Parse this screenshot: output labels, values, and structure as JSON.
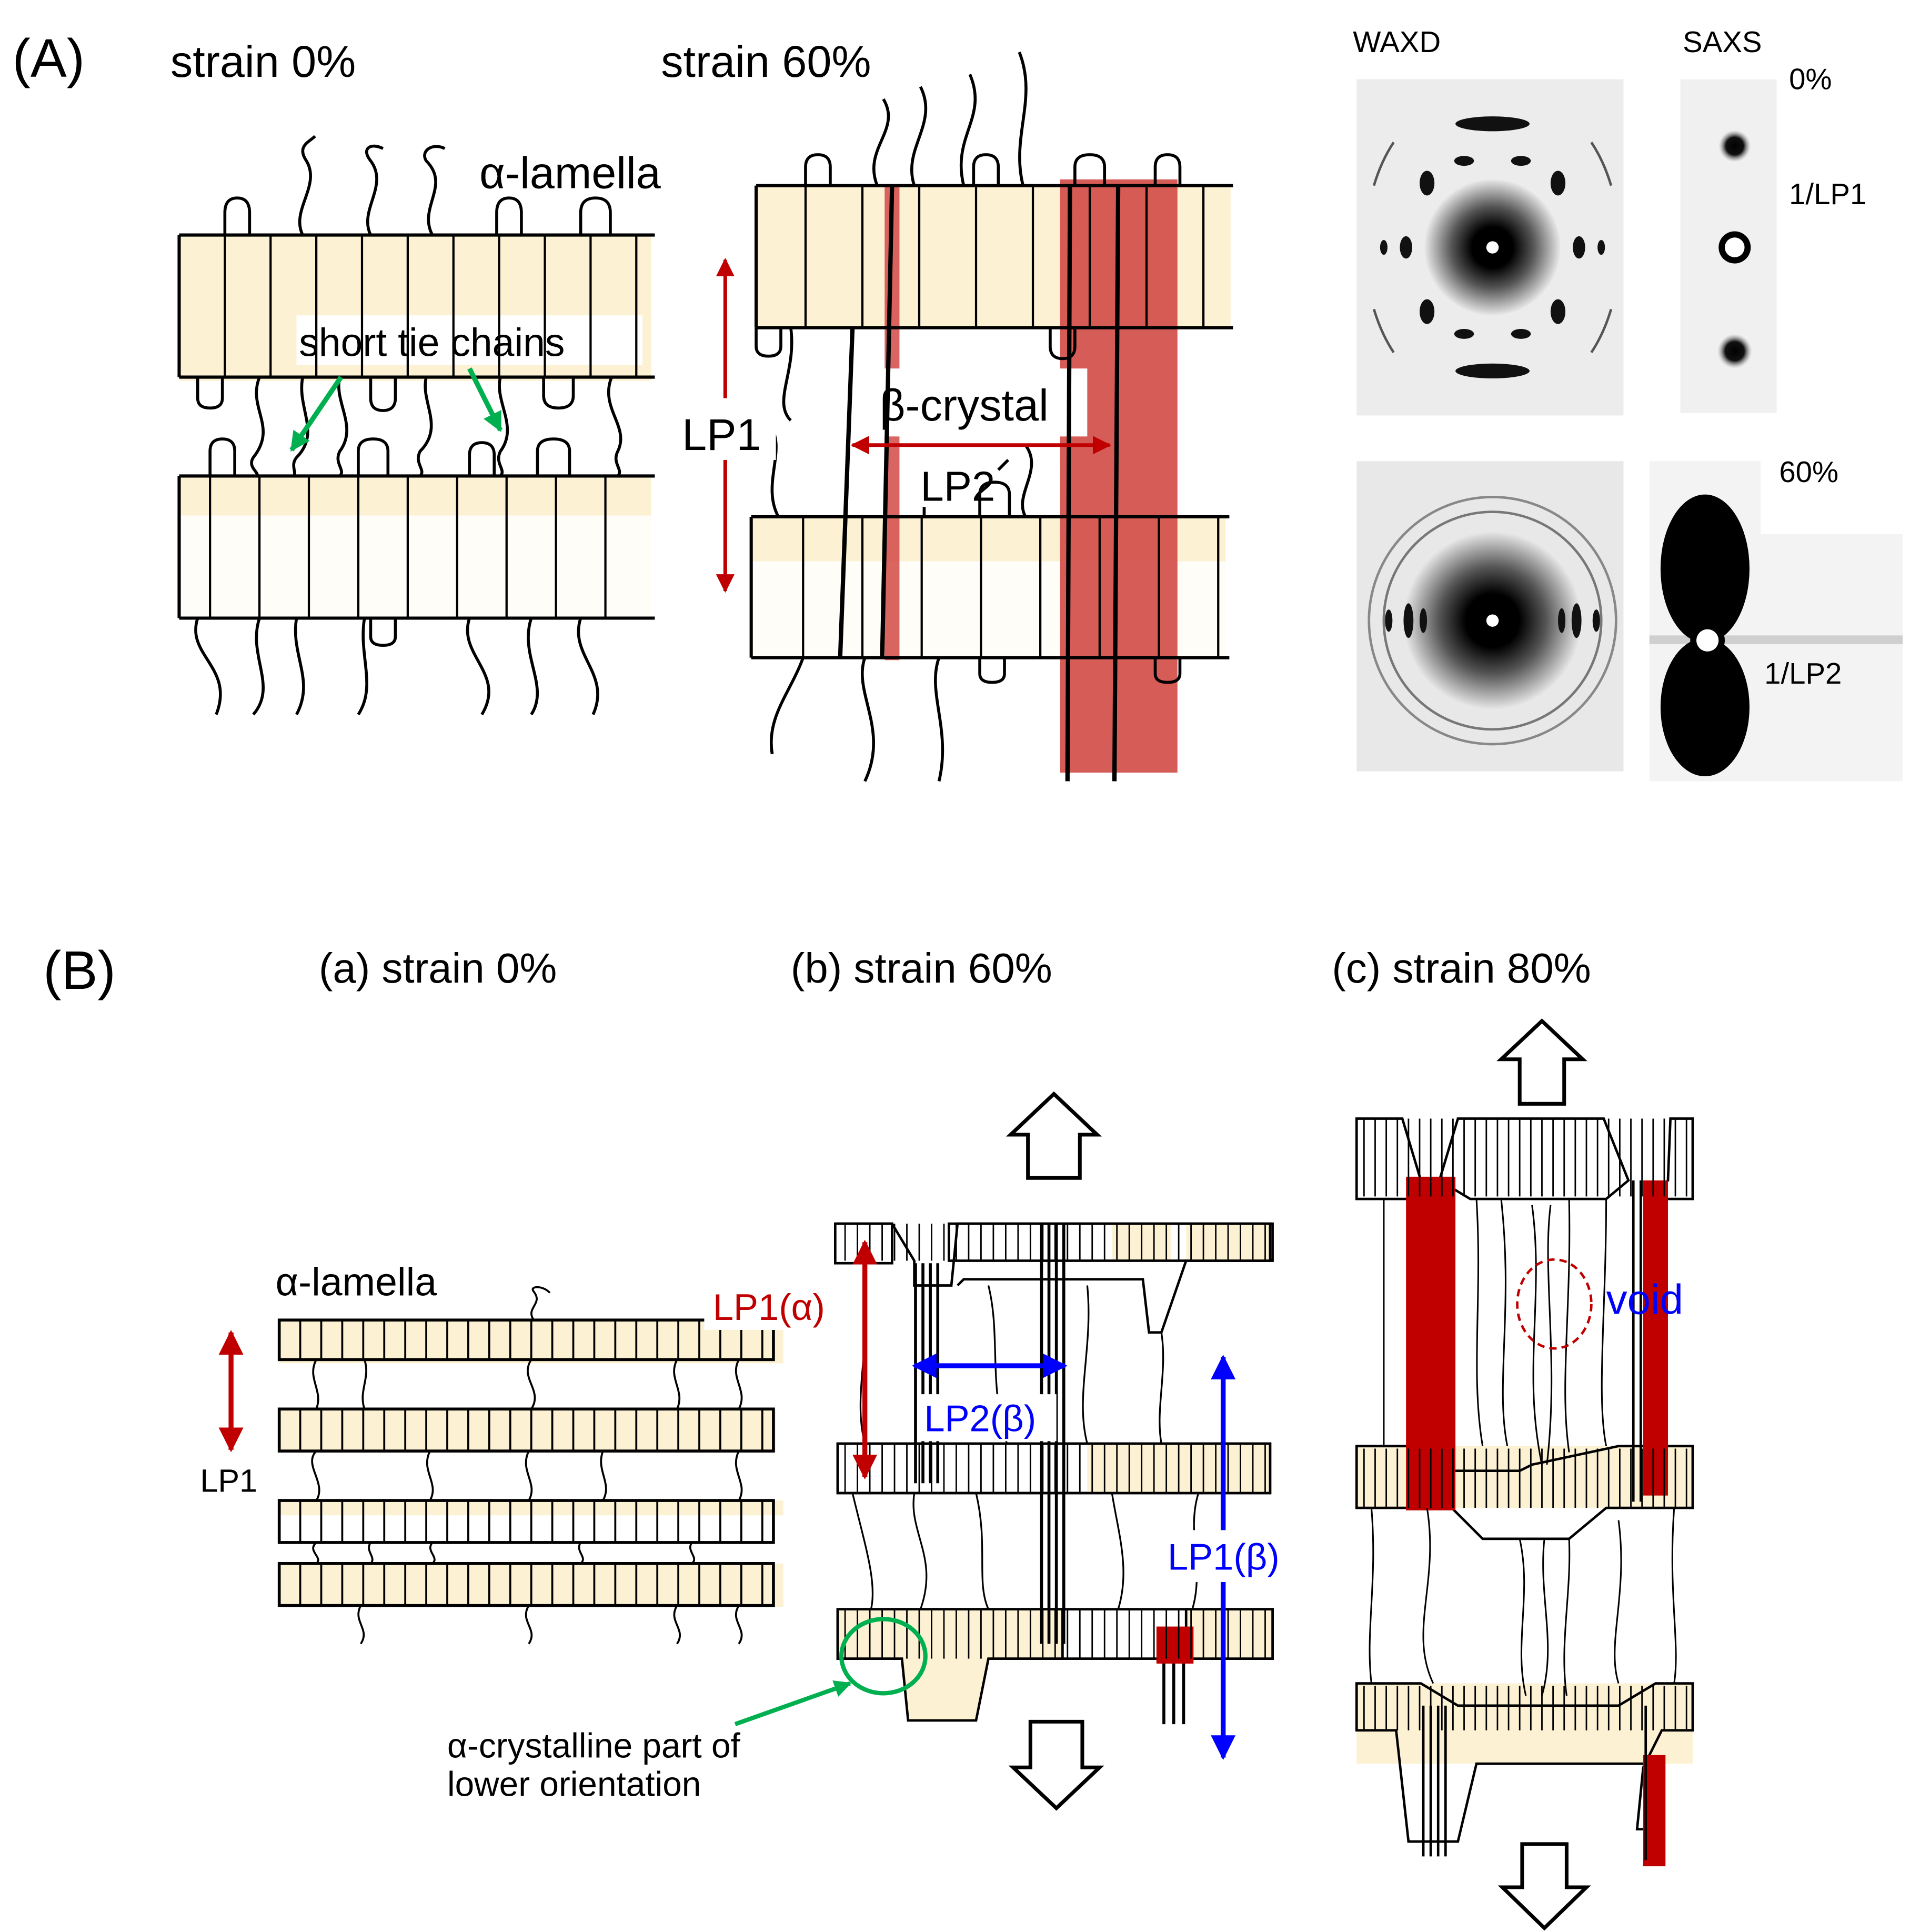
{
  "colors": {
    "crystal_fill": "#fdf1d3",
    "beta_red": "#d24a46",
    "dark_red": "#c00000",
    "lp1_arrow": "#c00000",
    "lp_beta_blue": "#0000ff",
    "green": "#00b050",
    "ink": "#000000"
  },
  "panel_a": {
    "tag": "(A)",
    "strain0": "strain 0%",
    "strain60": "strain 60%",
    "alpha_lamella": "α-lamella",
    "short_tie_chains": "short tie chains",
    "beta_crystal": "β-crystal",
    "lp1": "LP1",
    "lp2": "LP2",
    "waxd": "WAXD",
    "saxs": "SAXS",
    "saxs_0": "0%",
    "saxs_60": "60%",
    "inv_lp1": "1/LP1",
    "inv_lp2": "1/LP2"
  },
  "panel_b": {
    "tag": "(B)",
    "title_a": "(a) strain 0%",
    "title_b": "(b) strain 60%",
    "title_c": "(c) strain 80%",
    "alpha_lamella": "α-lamella",
    "lp1": "LP1",
    "lp1_alpha": "LP1(α)",
    "lp2_beta": "LP2(β)",
    "lp1_beta": "LP1(β)",
    "void": "void",
    "note_line1": "α-crystalline part of",
    "note_line2": "lower orientation"
  }
}
